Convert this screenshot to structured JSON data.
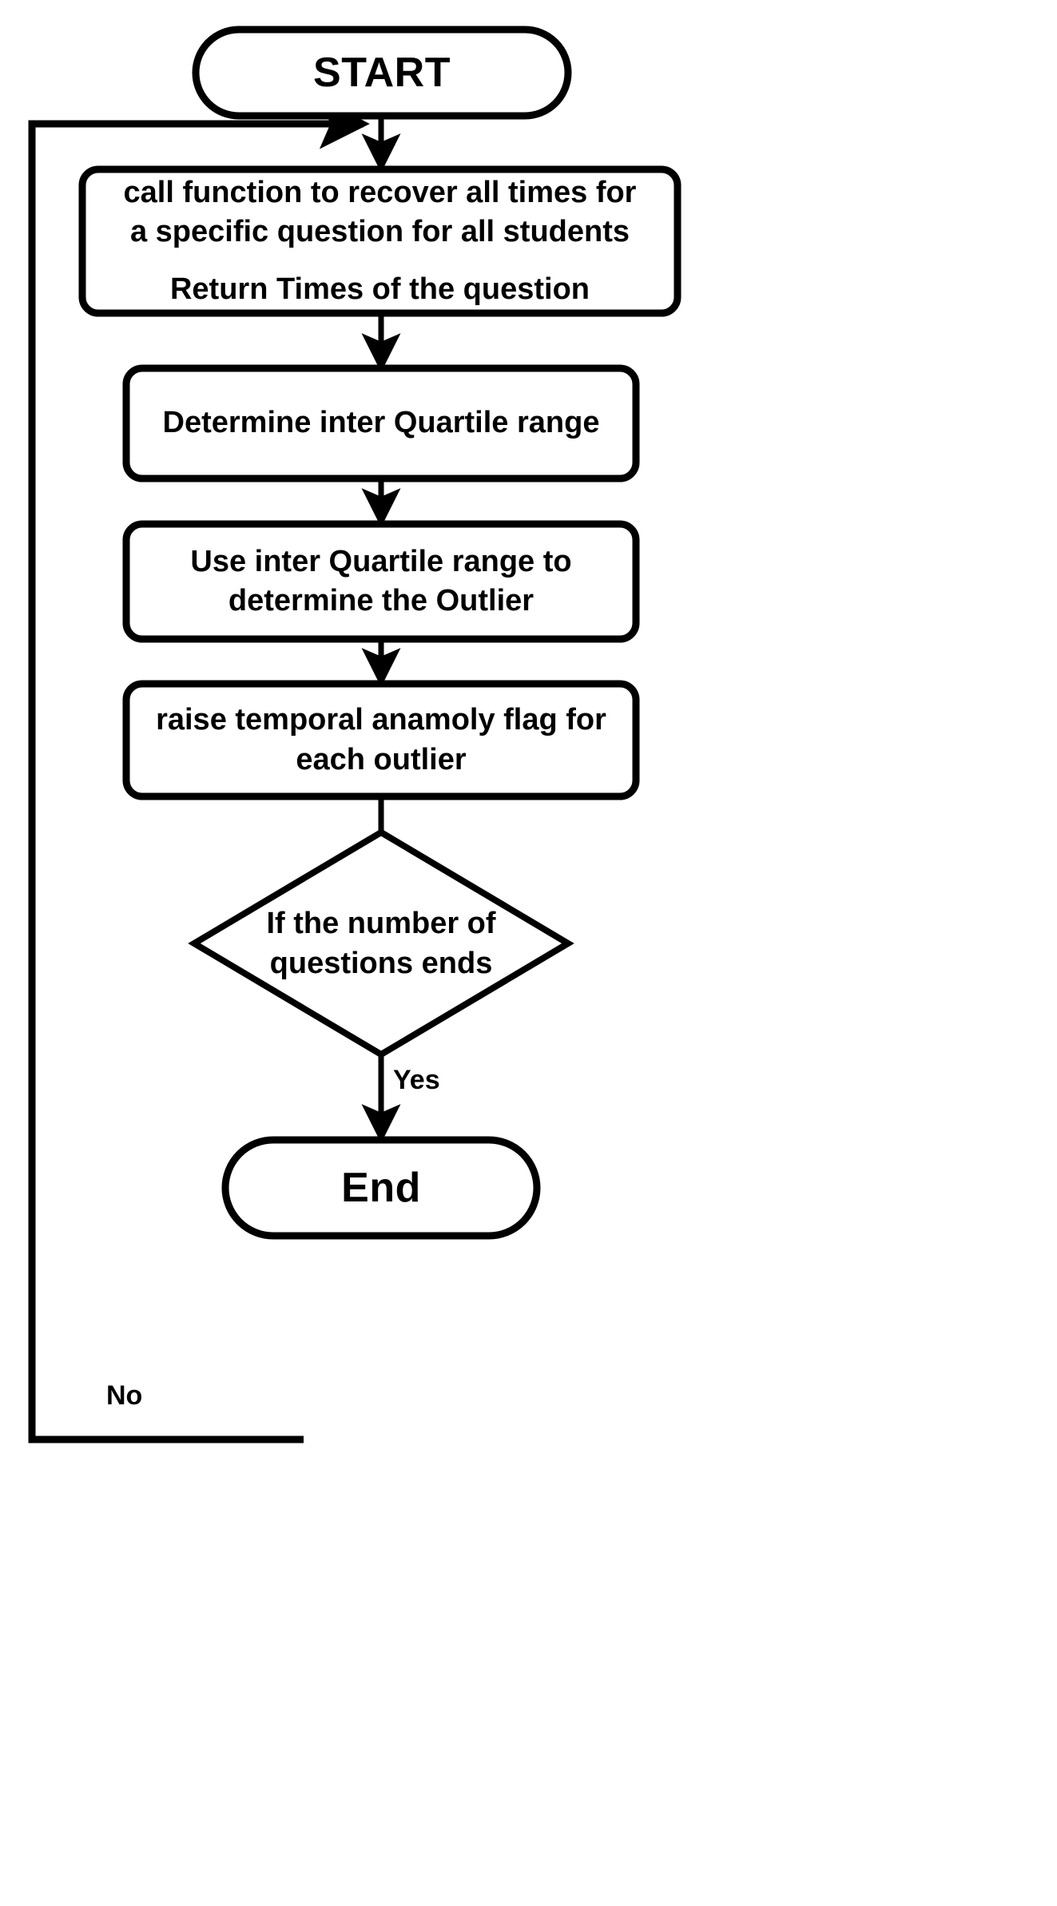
{
  "diagram": {
    "type": "flowchart",
    "title": "Temporal anomaly detection flowchart",
    "colors": {
      "stroke": "#000000",
      "fill": "#ffffff",
      "text": "#000000"
    },
    "nodes": [
      {
        "id": "start",
        "shape": "terminator",
        "label": "START",
        "lines": [
          "START"
        ]
      },
      {
        "id": "recover-times",
        "shape": "process",
        "label": "call function to recover all times for a specific question for all students Return Times of the question",
        "lines": [
          "call function to recover all times for",
          "a specific question for all students",
          "",
          "Return Times of the question"
        ]
      },
      {
        "id": "determine-iqr",
        "shape": "process",
        "label": "Determine inter Quartile range",
        "lines": [
          "Determine inter Quartile range"
        ]
      },
      {
        "id": "determine-outlier",
        "shape": "process",
        "label": "Use inter Quartile range to determine the Outlier",
        "lines": [
          "Use inter Quartile range to",
          "determine the Outlier"
        ]
      },
      {
        "id": "raise-flag",
        "shape": "process",
        "label": "raise temporal anamoly flag for each outlier",
        "lines": [
          "raise temporal anamoly flag for",
          "each outlier"
        ]
      },
      {
        "id": "questions-end",
        "shape": "decision",
        "label": "If the number of questions ends",
        "lines": [
          "If the number of",
          "questions ends"
        ]
      },
      {
        "id": "end",
        "shape": "terminator",
        "label": "End",
        "lines": [
          "End"
        ]
      }
    ],
    "edges": [
      {
        "id": "start-to-recover",
        "from": "start",
        "to": "recover-times",
        "label": ""
      },
      {
        "id": "recover-to-iqr",
        "from": "recover-times",
        "to": "determine-iqr",
        "label": ""
      },
      {
        "id": "iqr-to-outlier",
        "from": "determine-iqr",
        "to": "determine-outlier",
        "label": ""
      },
      {
        "id": "outlier-to-flag",
        "from": "determine-outlier",
        "to": "raise-flag",
        "label": ""
      },
      {
        "id": "flag-to-decision",
        "from": "raise-flag",
        "to": "questions-end",
        "label": ""
      },
      {
        "id": "decision-no-loop",
        "from": "questions-end",
        "to": "recover-times",
        "label": "No"
      },
      {
        "id": "decision-yes",
        "from": "questions-end",
        "to": "end",
        "label": "Yes"
      }
    ],
    "edge_labels": {
      "no": "No",
      "yes": "Yes"
    },
    "node_text": {
      "start": "START",
      "recover_line1": "call function to recover all times for",
      "recover_line2": "a specific question for all students",
      "recover_line3": "Return Times of the question",
      "determine_iqr": "Determine inter Quartile range",
      "outlier_line1": "Use inter Quartile range to",
      "outlier_line2": "determine the Outlier",
      "flag_line1": "raise temporal anamoly flag for",
      "flag_line2": "each outlier",
      "decision_line1": "If the number of",
      "decision_line2": "questions ends",
      "end": "End"
    }
  }
}
